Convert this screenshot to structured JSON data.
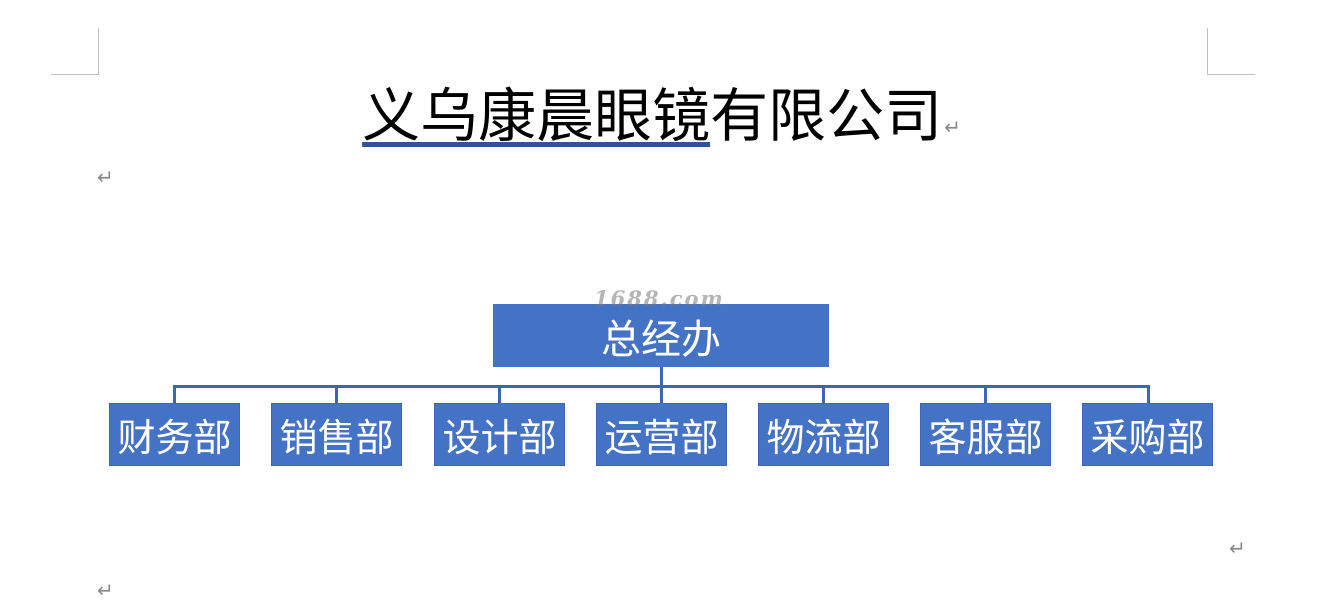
{
  "document": {
    "title_underlined": "义乌康晨眼镜",
    "title_rest": "有限公司",
    "pilcrow": "↵"
  },
  "watermark": "1688.com",
  "org_chart": {
    "root": "总经办",
    "departments": [
      "财务部",
      "销售部",
      "设计部",
      "运营部",
      "物流部",
      "客服部",
      "采购部"
    ],
    "colors": {
      "node_fill": "#4472c4",
      "connector": "#3a66b5",
      "node_text": "#ffffff"
    }
  }
}
